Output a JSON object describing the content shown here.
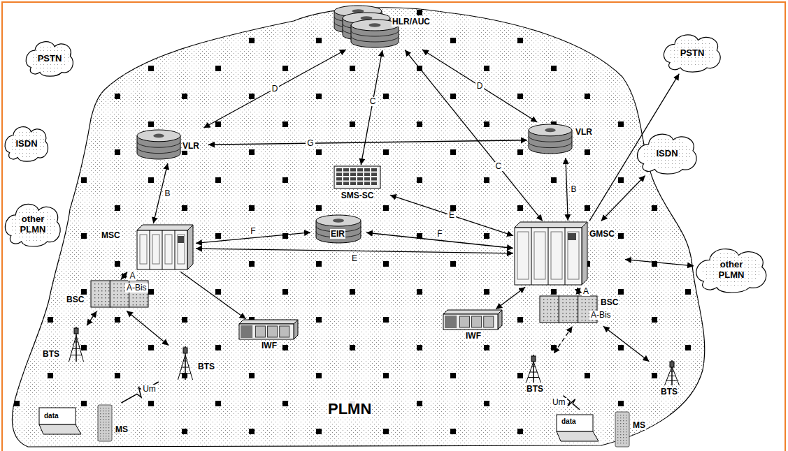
{
  "diagram": {
    "nodes": [
      {
        "text": [
          "PLMN"
        ]
      },
      {
        "text": [
          "HLR/AUC"
        ],
        "in": 0
      },
      {
        "text": [
          "PSTN"
        ]
      },
      {
        "text": [
          "PSTN"
        ]
      },
      {
        "text": [
          "VLR"
        ],
        "in": 0
      },
      {
        "text": [
          "VLR"
        ],
        "in": 0
      },
      {
        "text": [
          "ISDN"
        ]
      },
      {
        "text": [
          "SMS-SC"
        ],
        "in": 0
      },
      {
        "text": [
          "ISDN"
        ]
      },
      {
        "text": [
          "other PLMN"
        ]
      },
      {
        "text": [
          "MSC"
        ],
        "in": 0
      },
      {
        "text": [
          "EIR"
        ],
        "in": 0
      },
      {
        "text": [
          "GMSC"
        ],
        "in": 0
      },
      {
        "text": [
          "other PLMN"
        ]
      },
      {
        "text": [
          "BSC"
        ],
        "in": 0
      },
      {
        "text": [
          "IWF"
        ],
        "in": 0
      },
      {
        "text": [
          "IWF"
        ],
        "in": 0
      },
      {
        "text": [
          "BSC"
        ],
        "in": 0
      },
      {
        "text": [
          "BTS"
        ],
        "in": 0
      },
      {
        "text": [
          "BTS"
        ],
        "in": 0
      },
      {
        "text": [
          "BTS"
        ],
        "in": 0
      },
      {
        "text": [
          "BTS"
        ],
        "in": 0
      },
      {
        "text": [
          "MS"
        ],
        "in": 0
      },
      {
        "text": [
          "MS"
        ],
        "in": 0
      }
    ],
    "edges": [
      {
        "from": 1,
        "to": 4,
        "label": "D",
        "arrow": "both"
      },
      {
        "from": 1,
        "to": 5,
        "label": "D",
        "arrow": "both"
      },
      {
        "from": 1,
        "to": 7,
        "label": "C",
        "arrow": "both"
      },
      {
        "from": 1,
        "to": 12,
        "label": "C",
        "arrow": "both"
      },
      {
        "from": 4,
        "to": 5,
        "label": "G",
        "arrow": "both"
      },
      {
        "from": 4,
        "to": 10,
        "label": "B",
        "arrow": "both"
      },
      {
        "from": 5,
        "to": 12,
        "label": "B",
        "arrow": "both"
      },
      {
        "from": 7,
        "to": 12,
        "label": "E",
        "arrow": "both"
      },
      {
        "from": 11,
        "to": 10,
        "label": "F",
        "arrow": "both"
      },
      {
        "from": 11,
        "to": 12,
        "label": "F",
        "arrow": "both"
      },
      {
        "from": 10,
        "to": 12,
        "label": "E",
        "arrow": "both"
      },
      {
        "from": 10,
        "to": 14,
        "label": "A",
        "arrow": "both"
      },
      {
        "from": 10,
        "to": 15,
        "arrow": "to"
      },
      {
        "from": 12,
        "to": 16,
        "arrow": "both"
      },
      {
        "from": 12,
        "to": 17,
        "label": "A",
        "arrow": "both"
      },
      {
        "from": 12,
        "to": 3,
        "arrow": "to"
      },
      {
        "from": 12,
        "to": 8,
        "arrow": "both"
      },
      {
        "from": 12,
        "to": 13,
        "arrow": "both"
      },
      {
        "from": 14,
        "to": 18,
        "label": "A-Bis",
        "arrow": "both"
      },
      {
        "from": 14,
        "to": 19,
        "arrow": "both"
      },
      {
        "from": 17,
        "to": 20,
        "label": "A-Bis",
        "arrow": "both"
      },
      {
        "from": 17,
        "to": 21,
        "arrow": "both"
      },
      {
        "from": 19,
        "to": 22,
        "label": "Um",
        "arrow": "none"
      },
      {
        "from": 20,
        "to": 23,
        "label": "Um",
        "arrow": "none"
      }
    ],
    "labels": [
      "data",
      "data"
    ]
  }
}
